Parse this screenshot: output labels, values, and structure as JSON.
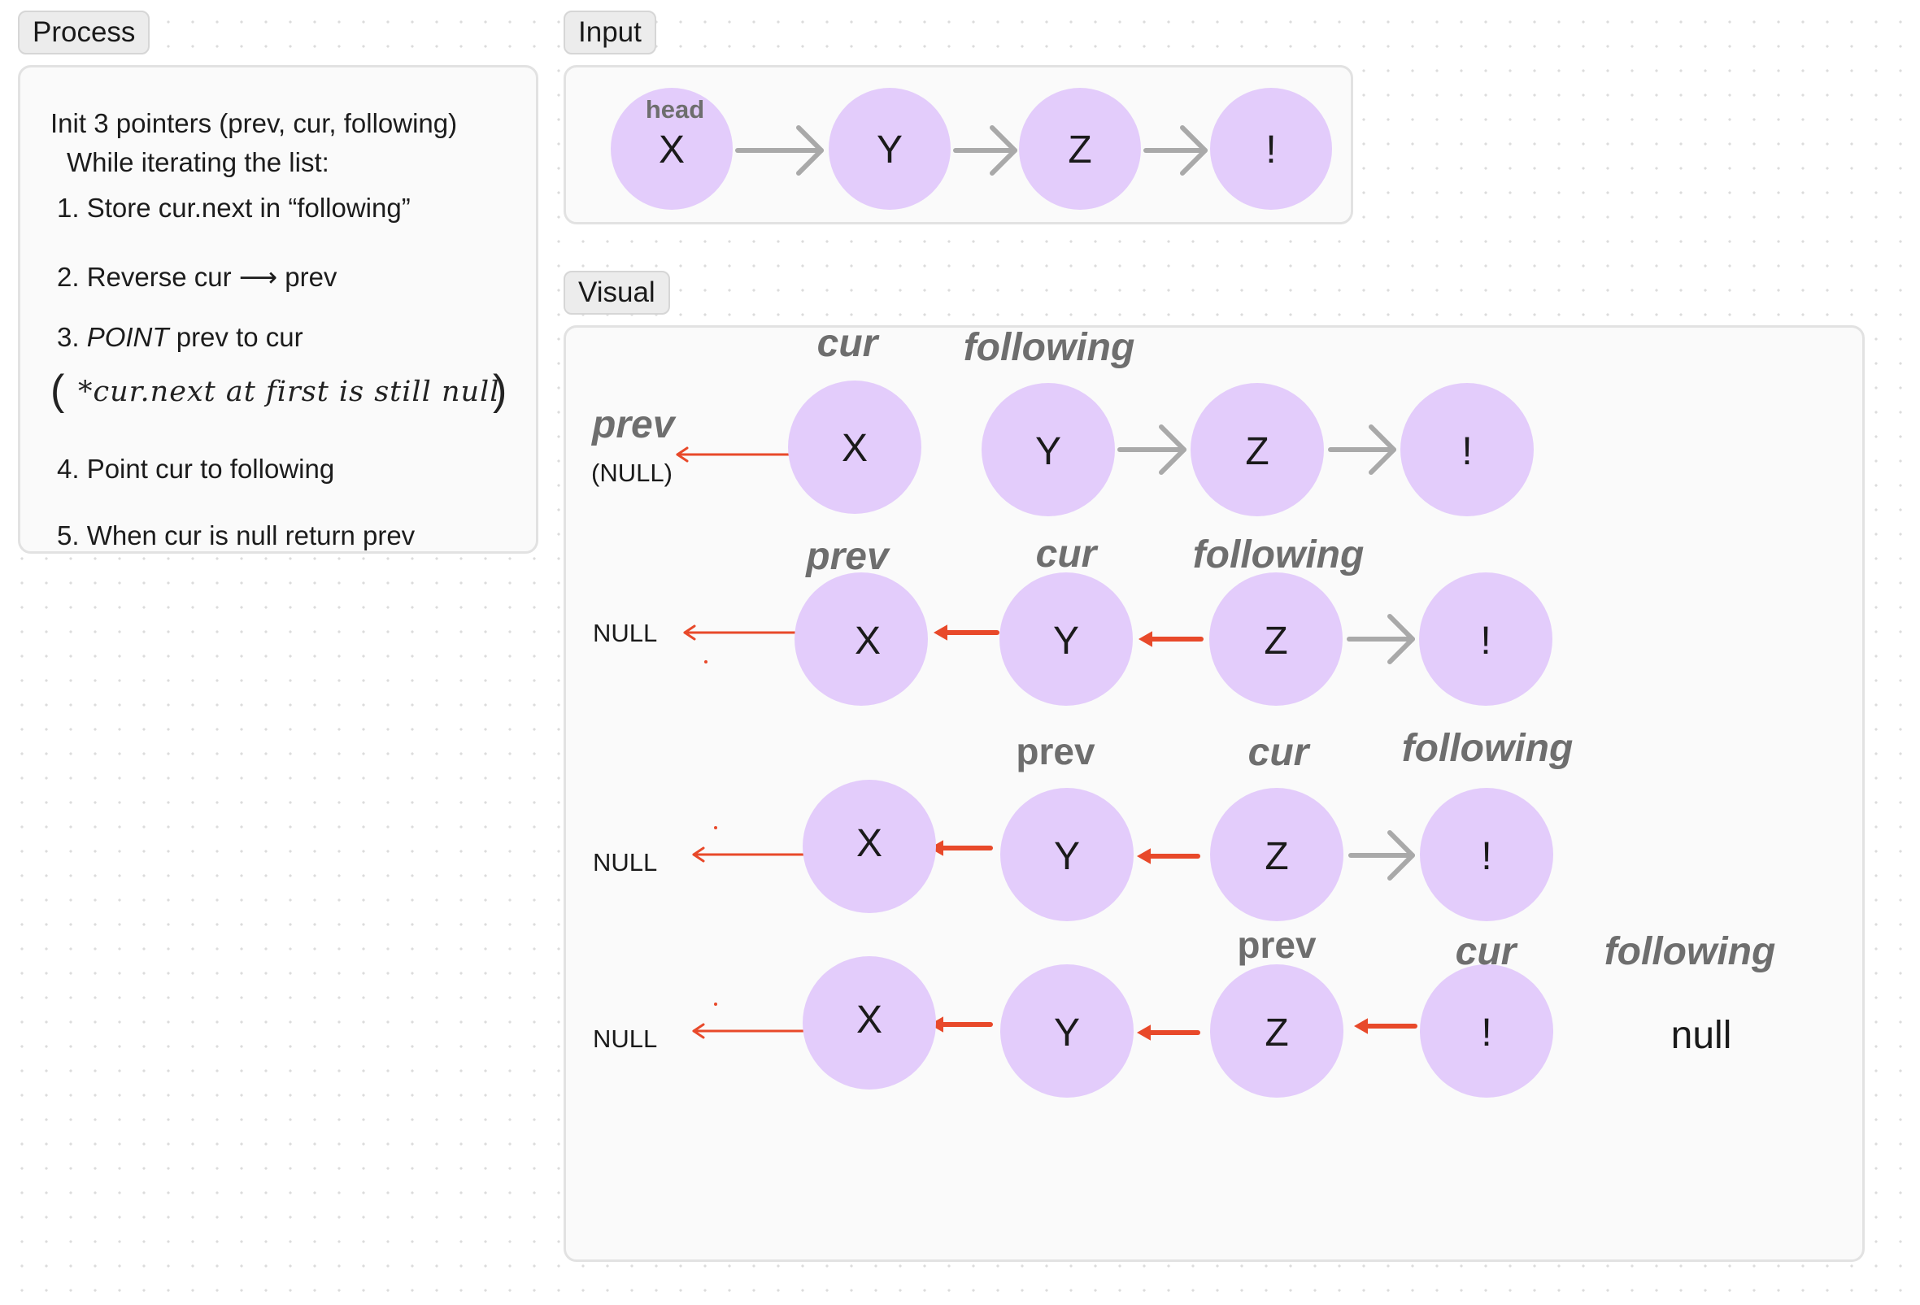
{
  "tags": {
    "process": "Process",
    "input": "Input",
    "visual": "Visual"
  },
  "process": {
    "lines": [
      "Init 3 pointers (prev, cur, following)",
      "While iterating the list:",
      "1. Store cur.next in “following”",
      "2. Reverse cur ⟶ prev",
      "3.",
      "POINT",
      "prev to cur",
      "*cur.next at first is still null",
      "4. Point cur to following",
      "5. When cur is null return prev"
    ]
  },
  "input": {
    "head_label": "head",
    "nodes": [
      "X",
      "Y",
      "Z",
      "!"
    ]
  },
  "visual": {
    "rows": [
      {
        "null_text": "(NULL)",
        "prev_side_label": "prev",
        "nodes": [
          "X",
          "Y",
          "Z",
          "!"
        ],
        "labels": [
          "cur",
          "following"
        ]
      },
      {
        "null_text": "NULL",
        "nodes": [
          "X",
          "Y",
          "Z",
          "!"
        ],
        "labels": [
          "prev",
          "cur",
          "following"
        ]
      },
      {
        "null_text": "NULL",
        "nodes": [
          "X",
          "Y",
          "Z",
          "!"
        ],
        "labels": [
          "prev",
          "cur",
          "following"
        ]
      },
      {
        "null_text": "NULL",
        "nodes": [
          "X",
          "Y",
          "Z",
          "!"
        ],
        "labels": [
          "prev",
          "cur",
          "following"
        ],
        "tail": "null"
      }
    ]
  },
  "colors": {
    "node_fill": "#e3ccfb",
    "red_arrow": "#e8492a",
    "gray_arrow": "#a9a9a9",
    "label_gray": "#6e6e6e"
  }
}
